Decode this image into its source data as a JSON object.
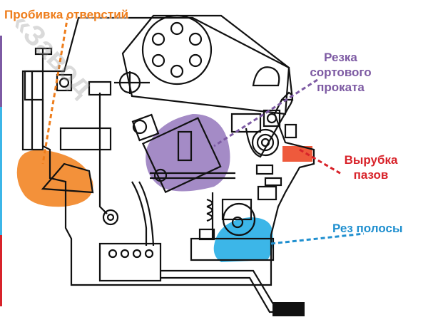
{
  "labels": {
    "punching": {
      "text": "Пробивка отверстий",
      "color": "#ee7d1b"
    },
    "section_cutting": {
      "text": "Резка сортового проката",
      "line1": "Резка",
      "line2": "сортового",
      "line3": "проката",
      "color": "#7d5aa3"
    },
    "notching": {
      "text": "Вырубка пазов",
      "line1": "Вырубка",
      "line2": "пазов",
      "color": "#d8232a"
    },
    "strip_cutting": {
      "text": "Рез полосы",
      "color": "#1f8fcf"
    }
  },
  "highlight_colors": {
    "punching": "#f3913a",
    "section_cutting": "#a48bc6",
    "notching": "#ee5a3c",
    "strip_cutting": "#3cb6e8"
  }
}
